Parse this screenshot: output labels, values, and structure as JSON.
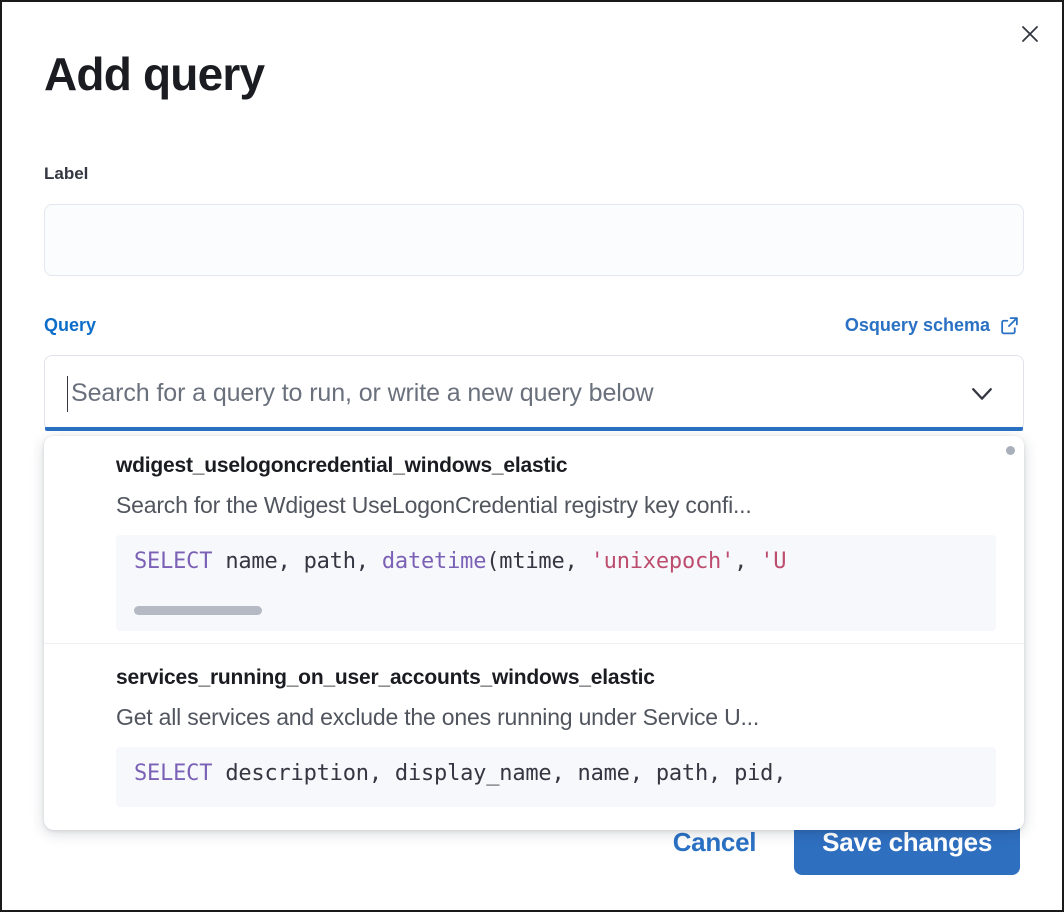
{
  "modal": {
    "title": "Add query",
    "close_icon": "close-icon"
  },
  "label_field": {
    "label": "Label",
    "value": "",
    "placeholder": ""
  },
  "query_field": {
    "label": "Query",
    "schema_link_text": "Osquery schema",
    "schema_link_icon": "external-link-icon",
    "combobox_placeholder": "Search for a query to run, or write a new query below",
    "combobox_value": "",
    "caret_icon": "chevron-down-icon"
  },
  "dropdown": {
    "items": [
      {
        "title": "wdigest_uselogoncredential_windows_elastic",
        "description": "Search for the Wdigest UseLogonCredential registry key confi...",
        "code": {
          "keyword": "SELECT",
          "before_fn": " name, path, ",
          "fn": "datetime",
          "after_fn": "(mtime, ",
          "str1": "'unixepoch'",
          "sep": ", ",
          "str2": "'U"
        },
        "has_hscrollbar": true
      },
      {
        "title": "services_running_on_user_accounts_windows_elastic",
        "description": "Get all services and exclude the ones running under Service U...",
        "code": {
          "keyword": "SELECT",
          "rest": " description, display_name, name, path, pid,"
        },
        "has_hscrollbar": false
      }
    ]
  },
  "footer": {
    "cancel_label": "Cancel",
    "save_label": "Save changes"
  },
  "colors": {
    "accent_blue": "#2a71c4",
    "save_button": "#2f6fc0",
    "sql_keyword": "#7b61b5",
    "sql_string": "#bd4d6e",
    "code_background": "#f7f8fc"
  }
}
